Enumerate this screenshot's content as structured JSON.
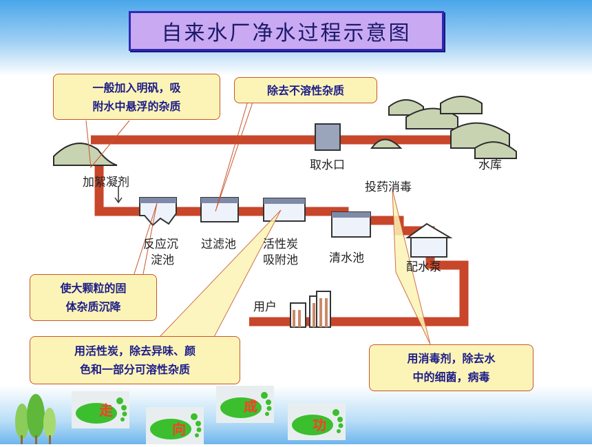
{
  "title": "自来水厂净水过程示意图",
  "labels": {
    "intake": "取水口",
    "reservoir": "水库",
    "coagulant": "加絮凝剂",
    "disinfect": "投药消毒",
    "sediment_1": "反应沉",
    "sediment_2": "淀池",
    "filter": "过滤池",
    "carbon_1": "活性炭",
    "carbon_2": "吸附池",
    "clear": "清水池",
    "pump": "配水泵",
    "user": "用户"
  },
  "callouts": {
    "alum_1": "一般加入明矾，吸",
    "alum_2": "附水中悬浮的杂质",
    "insoluble": "除去不溶性杂质",
    "settle_1": "使大颗粒的固",
    "settle_2": "体杂质沉降",
    "carbon_1": "用活性炭，除去异味、颜",
    "carbon_2": "色和一部分可溶性杂质",
    "germs_1": "用消毒剂，除去水",
    "germs_2": "中的细菌，病毒"
  },
  "footer": {
    "c1": "走",
    "c2": "向",
    "c3": "成",
    "c4": "功"
  },
  "colors": {
    "pipe": "#c8462a",
    "callout_bg": "#fcf4b6",
    "title_bg": "#c9a9f2",
    "footprint": "#3bbf2e"
  }
}
